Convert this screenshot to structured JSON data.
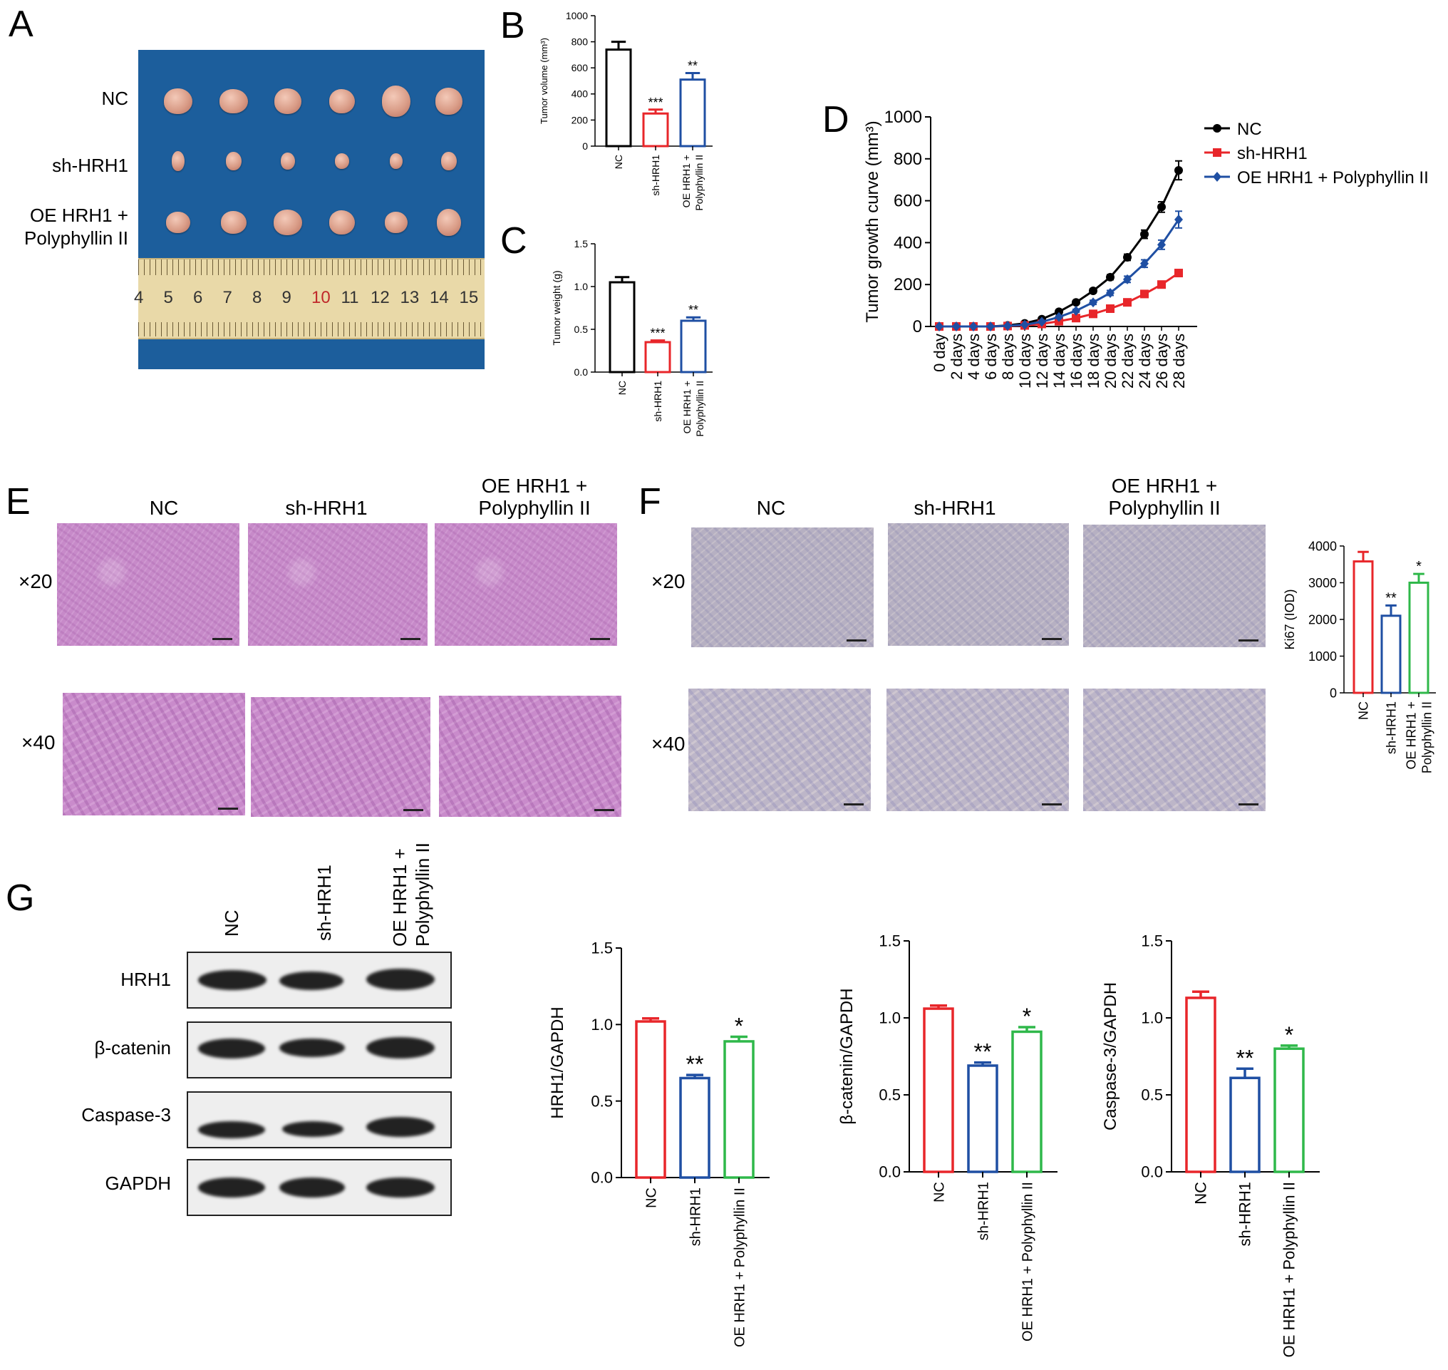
{
  "panels": {
    "A": "A",
    "B": "B",
    "C": "C",
    "D": "D",
    "E": "E",
    "F": "F",
    "G": "G"
  },
  "photo_rows": [
    "NC",
    "sh-HRH1",
    "OE HRH1 +",
    "Polyphyllin II"
  ],
  "ruler_numbers": [
    "4",
    "5",
    "6",
    "7",
    "8",
    "9",
    "10",
    "11",
    "12",
    "13",
    "14",
    "15"
  ],
  "groups": {
    "nc": "NC",
    "sh": "sh-HRH1",
    "oe_line1": "OE HRH1 +",
    "oe_line2": "Polyphyllin II",
    "oe_full": "OE HRH1 + Polyphyllin II"
  },
  "magnifications": {
    "m20": "×20",
    "m40": "×40"
  },
  "blot_labels": [
    "HRH1",
    "β-catenin",
    "Caspase-3",
    "GAPDH"
  ],
  "colors": {
    "nc_black": "#000000",
    "sh_red": "#e8262a",
    "oe_blue": "#1f4fa3",
    "nc_red": "#e8262a",
    "sh_blue": "#1f4fa3",
    "oe_green": "#2fb84a",
    "photo_bg": "#1c5e9c"
  },
  "chart_data": [
    {
      "id": "B",
      "type": "bar",
      "categories": [
        "NC",
        "sh-HRH1",
        "OE HRH1 + Polyphyllin II"
      ],
      "values": [
        740,
        250,
        510
      ],
      "errors": [
        60,
        30,
        50
      ],
      "significance": [
        "",
        "***",
        "**"
      ],
      "ylabel": "Tumor volume (mm³)",
      "ylim": [
        0,
        1000
      ],
      "yticks": [
        "0",
        "200",
        "400",
        "600",
        "800",
        "1000"
      ],
      "colors": [
        "#000000",
        "#e8262a",
        "#1f4fa3"
      ]
    },
    {
      "id": "C",
      "type": "bar",
      "categories": [
        "NC",
        "sh-HRH1",
        "OE HRH1 + Polyphyllin II"
      ],
      "values": [
        1.05,
        0.35,
        0.6
      ],
      "errors": [
        0.06,
        0.02,
        0.04
      ],
      "significance": [
        "",
        "***",
        "**"
      ],
      "ylabel": "Tumor weight (g)",
      "ylim": [
        0,
        1.5
      ],
      "yticks": [
        "0.0",
        "0.5",
        "1.0",
        "1.5"
      ],
      "colors": [
        "#000000",
        "#e8262a",
        "#1f4fa3"
      ]
    },
    {
      "id": "D",
      "type": "line",
      "x": [
        "0 day",
        "2 days",
        "4 days",
        "6 days",
        "8 days",
        "10 days",
        "12 days",
        "14 days",
        "16 days",
        "18 days",
        "20 days",
        "22 days",
        "24 days",
        "26 days",
        "28 days"
      ],
      "series": [
        {
          "name": "NC",
          "values": [
            0,
            0,
            0,
            0,
            5,
            15,
            35,
            70,
            115,
            170,
            235,
            330,
            440,
            570,
            745
          ],
          "errors": [
            0,
            0,
            0,
            0,
            2,
            3,
            5,
            6,
            8,
            10,
            12,
            15,
            20,
            25,
            45
          ]
        },
        {
          "name": "sh-HRH1",
          "values": [
            0,
            0,
            0,
            0,
            2,
            5,
            12,
            25,
            40,
            60,
            85,
            115,
            155,
            200,
            255
          ],
          "errors": [
            0,
            0,
            0,
            0,
            1,
            1,
            2,
            3,
            4,
            5,
            6,
            8,
            10,
            12,
            15
          ]
        },
        {
          "name": "OE HRH1 + Polyphyllin II",
          "values": [
            0,
            0,
            0,
            0,
            3,
            8,
            22,
            45,
            75,
            115,
            160,
            225,
            300,
            390,
            510
          ],
          "errors": [
            0,
            0,
            0,
            0,
            2,
            2,
            4,
            5,
            7,
            10,
            12,
            15,
            18,
            22,
            40
          ]
        }
      ],
      "colors": [
        "#000000",
        "#e8262a",
        "#1f4fa3"
      ],
      "markers": [
        "circle",
        "square",
        "diamond"
      ],
      "ylabel": "Tumor growth curve (mm³)",
      "ylim": [
        0,
        1000
      ],
      "yticks": [
        "0",
        "200",
        "400",
        "600",
        "800",
        "1000"
      ],
      "legend": "top-right"
    },
    {
      "id": "F",
      "type": "bar",
      "categories": [
        "NC",
        "sh-HRH1",
        "OE HRH1 + Polyphyllin II"
      ],
      "values": [
        3580,
        2100,
        3000
      ],
      "errors": [
        260,
        280,
        240
      ],
      "significance": [
        "",
        "**",
        "*"
      ],
      "ylabel": "Ki67 (IOD)",
      "ylim": [
        0,
        4000
      ],
      "yticks": [
        "0",
        "1000",
        "2000",
        "3000",
        "4000"
      ],
      "colors": [
        "#e8262a",
        "#1f4fa3",
        "#2fb84a"
      ]
    },
    {
      "id": "G1",
      "type": "bar",
      "categories": [
        "NC",
        "sh-HRH1",
        "OE HRH1 + Polyphyllin II"
      ],
      "values": [
        1.02,
        0.65,
        0.89
      ],
      "errors": [
        0.02,
        0.02,
        0.03
      ],
      "significance": [
        "",
        "**",
        "*"
      ],
      "ylabel": "HRH1/GAPDH",
      "ylim": [
        0,
        1.5
      ],
      "yticks": [
        "0.0",
        "0.5",
        "1.0",
        "1.5"
      ],
      "colors": [
        "#e8262a",
        "#1f4fa3",
        "#2fb84a"
      ]
    },
    {
      "id": "G2",
      "type": "bar",
      "categories": [
        "NC",
        "sh-HRH1",
        "OE HRH1 + Polyphyllin II"
      ],
      "values": [
        1.06,
        0.69,
        0.91
      ],
      "errors": [
        0.02,
        0.02,
        0.03
      ],
      "significance": [
        "",
        "**",
        "*"
      ],
      "ylabel": "β-catenin/GAPDH",
      "ylim": [
        0,
        1.5
      ],
      "yticks": [
        "0.0",
        "0.5",
        "1.0",
        "1.5"
      ],
      "colors": [
        "#e8262a",
        "#1f4fa3",
        "#2fb84a"
      ]
    },
    {
      "id": "G3",
      "type": "bar",
      "categories": [
        "NC",
        "sh-HRH1",
        "OE HRH1 + Polyphyllin II"
      ],
      "values": [
        1.13,
        0.61,
        0.8
      ],
      "errors": [
        0.04,
        0.06,
        0.02
      ],
      "significance": [
        "",
        "**",
        "*"
      ],
      "ylabel": "Caspase-3/GAPDH",
      "ylim": [
        0,
        1.5
      ],
      "yticks": [
        "0.0",
        "0.5",
        "1.0",
        "1.5"
      ],
      "colors": [
        "#e8262a",
        "#1f4fa3",
        "#2fb84a"
      ]
    }
  ]
}
